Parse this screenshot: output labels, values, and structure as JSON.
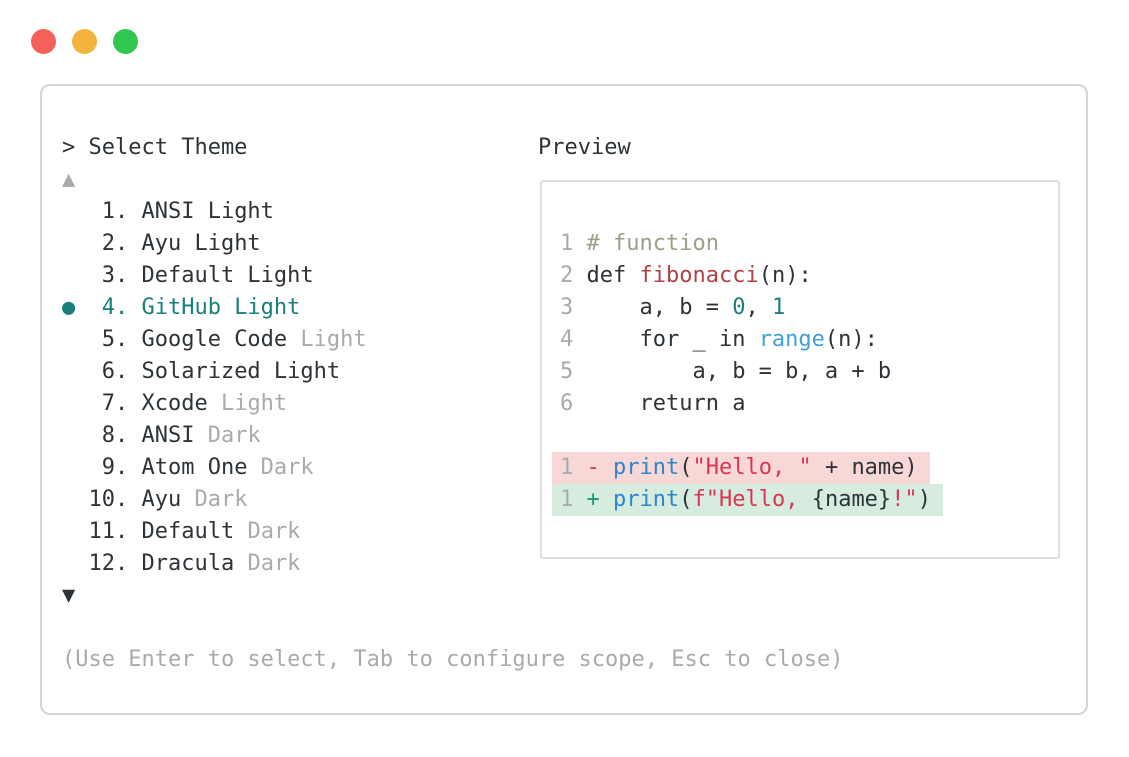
{
  "colors": {
    "fg": "#2d3338",
    "dim": "#a7abad",
    "teal": "#187f7d",
    "comment": "#9ba08c",
    "func_red": "#b04245",
    "string_red": "#da3652",
    "plus_green": "#1b9876",
    "blue": "#2e86c7",
    "blue_light": "#41a0d8",
    "diff_red_bg": "#f8d7d7",
    "diff_green_bg": "#d5ecde",
    "border": "#d5d5d5",
    "border2": "#dcdcdc",
    "tl_red": "#f4605a",
    "tl_yellow": "#f2b43c",
    "tl_green": "#2fc750"
  },
  "theme_picker": {
    "prompt": "> Select Theme",
    "scroll_up": "▲",
    "scroll_down": "▼",
    "bullet": "●",
    "items": [
      {
        "num": "1.",
        "label": "ANSI Light",
        "dim": "",
        "selected": false
      },
      {
        "num": "2.",
        "label": "Ayu Light",
        "dim": "",
        "selected": false
      },
      {
        "num": "3.",
        "label": "Default Light",
        "dim": "",
        "selected": false
      },
      {
        "num": "4.",
        "label": "GitHub Light",
        "dim": "",
        "selected": true
      },
      {
        "num": "5.",
        "label": "Google Code",
        "dim": " Light",
        "selected": false
      },
      {
        "num": "6.",
        "label": "Solarized Light",
        "dim": "",
        "selected": false
      },
      {
        "num": "7.",
        "label": "Xcode",
        "dim": " Light",
        "selected": false
      },
      {
        "num": "8.",
        "label": "ANSI",
        "dim": " Dark",
        "selected": false
      },
      {
        "num": "9.",
        "label": "Atom One",
        "dim": " Dark",
        "selected": false
      },
      {
        "num": "10.",
        "label": "Ayu",
        "dim": " Dark",
        "selected": false
      },
      {
        "num": "11.",
        "label": "Default",
        "dim": " Dark",
        "selected": false
      },
      {
        "num": "12.",
        "label": "Dracula",
        "dim": " Dark",
        "selected": false
      }
    ],
    "hint": "(Use Enter to select, Tab to configure scope, Esc to close)"
  },
  "preview": {
    "label": "Preview",
    "code_lines": [
      {
        "tokens": [
          {
            "t": "1",
            "c": "ln"
          },
          {
            "t": " ",
            "c": "fg"
          },
          {
            "t": "# function",
            "c": "comment"
          }
        ]
      },
      {
        "tokens": [
          {
            "t": "2",
            "c": "ln"
          },
          {
            "t": " def ",
            "c": "fg"
          },
          {
            "t": "fibonacci",
            "c": "func"
          },
          {
            "t": "(n):",
            "c": "fg"
          }
        ]
      },
      {
        "tokens": [
          {
            "t": "3",
            "c": "ln"
          },
          {
            "t": "     a, b = ",
            "c": "fg"
          },
          {
            "t": "0",
            "c": "num"
          },
          {
            "t": ", ",
            "c": "fg"
          },
          {
            "t": "1",
            "c": "num"
          }
        ]
      },
      {
        "tokens": [
          {
            "t": "4",
            "c": "ln"
          },
          {
            "t": "     for _ in ",
            "c": "fg"
          },
          {
            "t": "range",
            "c": "blue_light"
          },
          {
            "t": "(n):",
            "c": "fg"
          }
        ]
      },
      {
        "tokens": [
          {
            "t": "5",
            "c": "ln"
          },
          {
            "t": "         a, b = b, a + b",
            "c": "fg"
          }
        ]
      },
      {
        "tokens": [
          {
            "t": "6",
            "c": "ln"
          },
          {
            "t": "     return a",
            "c": "fg"
          }
        ]
      }
    ],
    "diff_lines": [
      {
        "kind": "removed",
        "tokens": [
          {
            "t": "1",
            "c": "ln"
          },
          {
            "t": " ",
            "c": "fg"
          },
          {
            "t": "-",
            "c": "string"
          },
          {
            "t": " ",
            "c": "fg"
          },
          {
            "t": "print",
            "c": "blue"
          },
          {
            "t": "(",
            "c": "fg"
          },
          {
            "t": "\"Hello, \"",
            "c": "string"
          },
          {
            "t": " + name)",
            "c": "fg"
          }
        ]
      },
      {
        "kind": "added",
        "tokens": [
          {
            "t": "1",
            "c": "ln"
          },
          {
            "t": " ",
            "c": "fg"
          },
          {
            "t": "+",
            "c": "plus"
          },
          {
            "t": " ",
            "c": "fg"
          },
          {
            "t": "print",
            "c": "blue"
          },
          {
            "t": "(",
            "c": "fg"
          },
          {
            "t": "f\"Hello, ",
            "c": "string"
          },
          {
            "t": "{name}",
            "c": "fg"
          },
          {
            "t": "!\"",
            "c": "string"
          },
          {
            "t": ")",
            "c": "fg"
          }
        ]
      }
    ]
  }
}
